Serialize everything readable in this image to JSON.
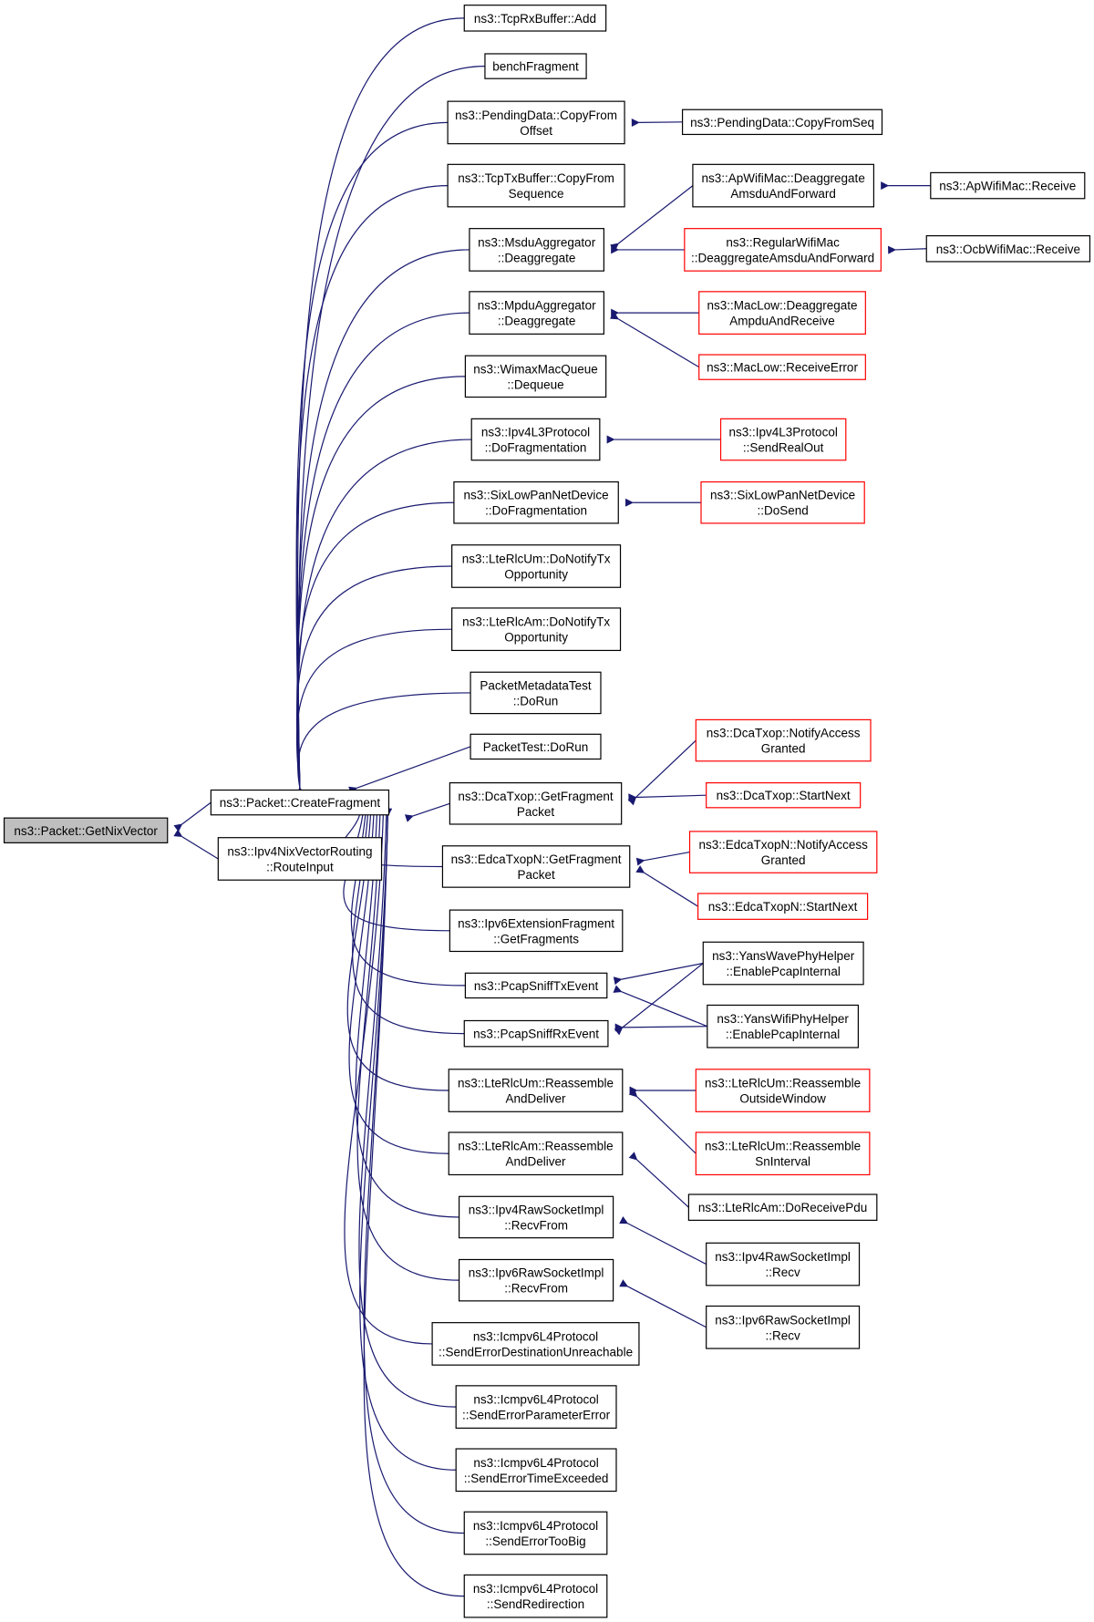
{
  "colors": {
    "edge": "#191970",
    "normal_border": "#000000",
    "truncated_border": "#ff0000",
    "focus_fill": "#bfbfbf",
    "fill": "#ffffff"
  },
  "nodes": {
    "getnix": {
      "lines": [
        "ns3::Packet::GetNixVector"
      ],
      "style": "focus"
    },
    "createfrag": {
      "lines": [
        "ns3::Packet::CreateFragment"
      ],
      "style": "normal"
    },
    "ipv4nix": {
      "lines": [
        "ns3::Ipv4NixVectorRouting",
        "::RouteInput"
      ],
      "style": "normal"
    },
    "tcprxadd": {
      "lines": [
        "ns3::TcpRxBuffer::Add"
      ],
      "style": "normal"
    },
    "bench": {
      "lines": [
        "benchFragment"
      ],
      "style": "normal"
    },
    "pendcopy": {
      "lines": [
        "ns3::PendingData::CopyFrom",
        "Offset"
      ],
      "style": "normal"
    },
    "tcptxcopy": {
      "lines": [
        "ns3::TcpTxBuffer::CopyFrom",
        "Sequence"
      ],
      "style": "normal"
    },
    "msdudeagg": {
      "lines": [
        "ns3::MsduAggregator",
        "::Deaggregate"
      ],
      "style": "normal"
    },
    "mpdudeagg": {
      "lines": [
        "ns3::MpduAggregator",
        "::Deaggregate"
      ],
      "style": "normal"
    },
    "wimaxdeq": {
      "lines": [
        "ns3::WimaxMacQueue",
        "::Dequeue"
      ],
      "style": "normal"
    },
    "ipv4l3frag": {
      "lines": [
        "ns3::Ipv4L3Protocol",
        "::DoFragmentation"
      ],
      "style": "normal"
    },
    "sixlowfrag": {
      "lines": [
        "ns3::SixLowPanNetDevice",
        "::DoFragmentation"
      ],
      "style": "normal"
    },
    "lterlcumnotify": {
      "lines": [
        "ns3::LteRlcUm::DoNotifyTx",
        "Opportunity"
      ],
      "style": "normal"
    },
    "lterlcamnotify": {
      "lines": [
        "ns3::LteRlcAm::DoNotifyTx",
        "Opportunity"
      ],
      "style": "normal"
    },
    "pktmetarun": {
      "lines": [
        "PacketMetadataTest",
        "::DoRun"
      ],
      "style": "normal"
    },
    "pkttestrun": {
      "lines": [
        "PacketTest::DoRun"
      ],
      "style": "normal"
    },
    "dcagetfrag": {
      "lines": [
        "ns3::DcaTxop::GetFragment",
        "Packet"
      ],
      "style": "normal"
    },
    "edcagetfrag": {
      "lines": [
        "ns3::EdcaTxopN::GetFragment",
        "Packet"
      ],
      "style": "normal"
    },
    "ipv6extfrag": {
      "lines": [
        "ns3::Ipv6ExtensionFragment",
        "::GetFragments"
      ],
      "style": "normal"
    },
    "pcaptx": {
      "lines": [
        "ns3::PcapSniffTxEvent"
      ],
      "style": "normal"
    },
    "pcaprx": {
      "lines": [
        "ns3::PcapSniffRxEvent"
      ],
      "style": "normal"
    },
    "lterlcumreass": {
      "lines": [
        "ns3::LteRlcUm::Reassemble",
        "AndDeliver"
      ],
      "style": "normal"
    },
    "lterlcamreass": {
      "lines": [
        "ns3::LteRlcAm::Reassemble",
        "AndDeliver"
      ],
      "style": "normal"
    },
    "ipv4rawrecvfrom": {
      "lines": [
        "ns3::Ipv4RawSocketImpl",
        "::RecvFrom"
      ],
      "style": "normal"
    },
    "ipv6rawrecvfrom": {
      "lines": [
        "ns3::Ipv6RawSocketImpl",
        "::RecvFrom"
      ],
      "style": "normal"
    },
    "icmpdest": {
      "lines": [
        "ns3::Icmpv6L4Protocol",
        "::SendErrorDestinationUnreachable"
      ],
      "style": "normal"
    },
    "icmpparam": {
      "lines": [
        "ns3::Icmpv6L4Protocol",
        "::SendErrorParameterError"
      ],
      "style": "normal"
    },
    "icmptime": {
      "lines": [
        "ns3::Icmpv6L4Protocol",
        "::SendErrorTimeExceeded"
      ],
      "style": "normal"
    },
    "icmpbig": {
      "lines": [
        "ns3::Icmpv6L4Protocol",
        "::SendErrorTooBig"
      ],
      "style": "normal"
    },
    "icmpredir": {
      "lines": [
        "ns3::Icmpv6L4Protocol",
        "::SendRedirection"
      ],
      "style": "normal"
    },
    "pendcopyseq": {
      "lines": [
        "ns3::PendingData::CopyFromSeq"
      ],
      "style": "normal"
    },
    "apwifideagg": {
      "lines": [
        "ns3::ApWifiMac::Deaggregate",
        "AmsduAndForward"
      ],
      "style": "normal"
    },
    "regwifideagg": {
      "lines": [
        "ns3::RegularWifiMac",
        "::DeaggregateAmsduAndForward"
      ],
      "style": "truncated"
    },
    "maclowdeagg": {
      "lines": [
        "ns3::MacLow::Deaggregate",
        "AmpduAndReceive"
      ],
      "style": "truncated"
    },
    "maclowrecverr": {
      "lines": [
        "ns3::MacLow::ReceiveError"
      ],
      "style": "truncated"
    },
    "ipv4l3sendreal": {
      "lines": [
        "ns3::Ipv4L3Protocol",
        "::SendRealOut"
      ],
      "style": "truncated"
    },
    "sixlowdosend": {
      "lines": [
        "ns3::SixLowPanNetDevice",
        "::DoSend"
      ],
      "style": "truncated"
    },
    "dcanotify": {
      "lines": [
        "ns3::DcaTxop::NotifyAccess",
        "Granted"
      ],
      "style": "truncated"
    },
    "dcastartnext": {
      "lines": [
        "ns3::DcaTxop::StartNext"
      ],
      "style": "truncated"
    },
    "edcanotify": {
      "lines": [
        "ns3::EdcaTxopN::NotifyAccess",
        "Granted"
      ],
      "style": "truncated"
    },
    "edcastartnext": {
      "lines": [
        "ns3::EdcaTxopN::StartNext"
      ],
      "style": "truncated"
    },
    "yanswave": {
      "lines": [
        "ns3::YansWavePhyHelper",
        "::EnablePcapInternal"
      ],
      "style": "normal"
    },
    "yanswifi": {
      "lines": [
        "ns3::YansWifiPhyHelper",
        "::EnablePcapInternal"
      ],
      "style": "normal"
    },
    "lterlcumoutside": {
      "lines": [
        "ns3::LteRlcUm::Reassemble",
        "OutsideWindow"
      ],
      "style": "truncated"
    },
    "lterlcumsn": {
      "lines": [
        "ns3::LteRlcUm::Reassemble",
        "SnInterval"
      ],
      "style": "truncated"
    },
    "lterlcamrecvpdu": {
      "lines": [
        "ns3::LteRlcAm::DoReceivePdu"
      ],
      "style": "normal"
    },
    "ipv4rawrecv": {
      "lines": [
        "ns3::Ipv4RawSocketImpl",
        "::Recv"
      ],
      "style": "normal"
    },
    "ipv6rawrecv": {
      "lines": [
        "ns3::Ipv6RawSocketImpl",
        "::Recv"
      ],
      "style": "normal"
    },
    "apwifirecv": {
      "lines": [
        "ns3::ApWifiMac::Receive"
      ],
      "style": "normal"
    },
    "ocbwifirecv": {
      "lines": [
        "ns3::OcbWifiMac::Receive"
      ],
      "style": "normal"
    }
  },
  "edges": [
    [
      "createfrag",
      "getnix"
    ],
    [
      "ipv4nix",
      "getnix"
    ],
    [
      "tcprxadd",
      "createfrag"
    ],
    [
      "bench",
      "createfrag"
    ],
    [
      "pendcopy",
      "createfrag"
    ],
    [
      "tcptxcopy",
      "createfrag"
    ],
    [
      "msdudeagg",
      "createfrag"
    ],
    [
      "mpdudeagg",
      "createfrag"
    ],
    [
      "wimaxdeq",
      "createfrag"
    ],
    [
      "ipv4l3frag",
      "createfrag"
    ],
    [
      "sixlowfrag",
      "createfrag"
    ],
    [
      "lterlcumnotify",
      "createfrag"
    ],
    [
      "lterlcamnotify",
      "createfrag"
    ],
    [
      "pktmetarun",
      "createfrag"
    ],
    [
      "pkttestrun",
      "createfrag"
    ],
    [
      "dcagetfrag",
      "createfrag"
    ],
    [
      "edcagetfrag",
      "createfrag"
    ],
    [
      "ipv6extfrag",
      "createfrag"
    ],
    [
      "pcaptx",
      "createfrag"
    ],
    [
      "pcaprx",
      "createfrag"
    ],
    [
      "lterlcumreass",
      "createfrag"
    ],
    [
      "lterlcamreass",
      "createfrag"
    ],
    [
      "ipv4rawrecvfrom",
      "createfrag"
    ],
    [
      "ipv6rawrecvfrom",
      "createfrag"
    ],
    [
      "icmpdest",
      "createfrag"
    ],
    [
      "icmpparam",
      "createfrag"
    ],
    [
      "icmptime",
      "createfrag"
    ],
    [
      "icmpbig",
      "createfrag"
    ],
    [
      "icmpredir",
      "createfrag"
    ],
    [
      "pendcopyseq",
      "pendcopy"
    ],
    [
      "apwifideagg",
      "msdudeagg"
    ],
    [
      "regwifideagg",
      "msdudeagg"
    ],
    [
      "maclowdeagg",
      "mpdudeagg"
    ],
    [
      "maclowrecverr",
      "mpdudeagg"
    ],
    [
      "ipv4l3sendreal",
      "ipv4l3frag"
    ],
    [
      "sixlowdosend",
      "sixlowfrag"
    ],
    [
      "dcanotify",
      "dcagetfrag"
    ],
    [
      "dcastartnext",
      "dcagetfrag"
    ],
    [
      "edcanotify",
      "edcagetfrag"
    ],
    [
      "edcastartnext",
      "edcagetfrag"
    ],
    [
      "yanswave",
      "pcaptx"
    ],
    [
      "yanswifi",
      "pcaptx"
    ],
    [
      "yanswave",
      "pcaprx"
    ],
    [
      "yanswifi",
      "pcaprx"
    ],
    [
      "lterlcumoutside",
      "lterlcumreass"
    ],
    [
      "lterlcumsn",
      "lterlcumreass"
    ],
    [
      "lterlcamrecvpdu",
      "lterlcamreass"
    ],
    [
      "ipv4rawrecv",
      "ipv4rawrecvfrom"
    ],
    [
      "ipv6rawrecv",
      "ipv6rawrecvfrom"
    ],
    [
      "apwifirecv",
      "apwifideagg"
    ],
    [
      "ocbwifirecv",
      "regwifideagg"
    ]
  ]
}
